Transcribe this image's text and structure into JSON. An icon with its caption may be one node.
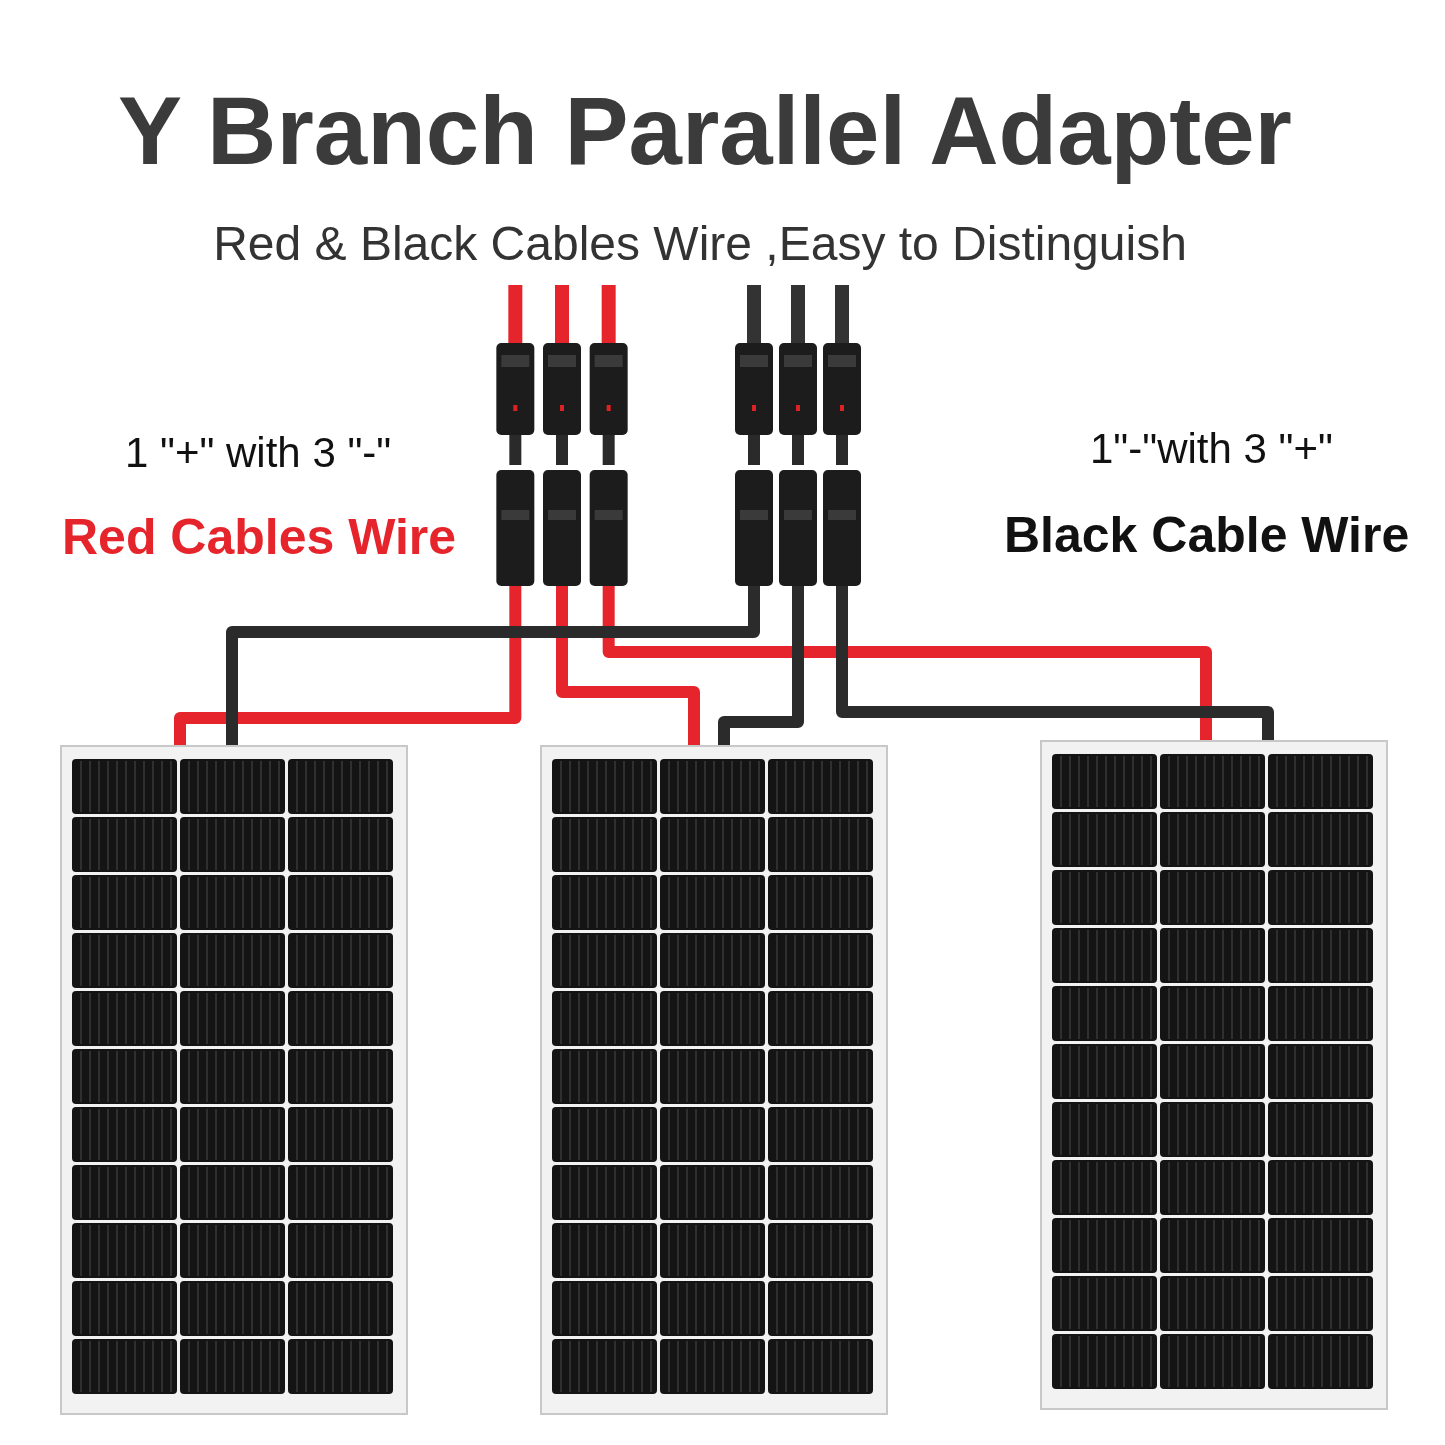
{
  "diagram": {
    "title": "Y Branch Parallel Adapter",
    "caption": "Red & Black Cables Wire ,Easy to Distinguish",
    "nodes": [
      {
        "text": [],
        "shape": "picture"
      },
      {
        "text": [],
        "shape": "picture"
      },
      {
        "text": [],
        "shape": "picture"
      },
      {
        "text": [],
        "shape": "picture"
      },
      {
        "text": [],
        "shape": "picture"
      }
    ],
    "edges": [
      {
        "from": 0,
        "to": 2,
        "arrow": "none",
        "color": "#e5242b"
      },
      {
        "from": 0,
        "to": 3,
        "arrow": "none",
        "color": "#e5242b"
      },
      {
        "from": 0,
        "to": 4,
        "arrow": "none",
        "color": "#e5242b"
      },
      {
        "from": 1,
        "to": 2,
        "arrow": "none",
        "color": "#2b2b2b"
      },
      {
        "from": 1,
        "to": 3,
        "arrow": "none",
        "color": "#2b2b2b"
      },
      {
        "from": 1,
        "to": 4,
        "arrow": "none",
        "color": "#2b2b2b"
      }
    ],
    "labels": [
      "1 \"+\" with 3 \"-\"",
      "Red Cables Wire",
      "1\"-\"with 3 \"+\"",
      "Black Cable Wire"
    ]
  }
}
